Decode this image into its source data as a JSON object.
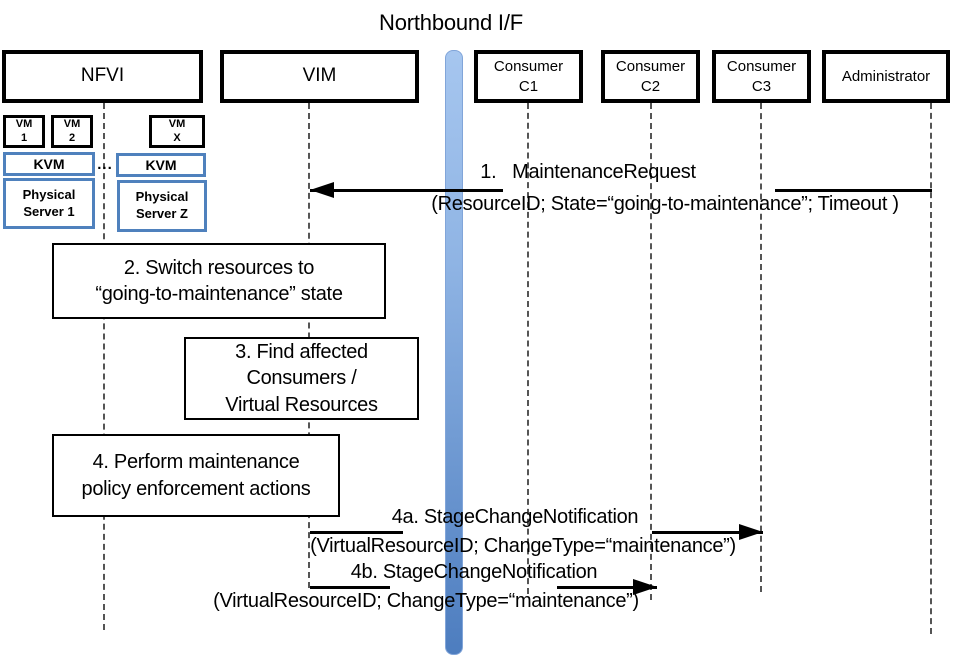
{
  "title": "Northbound I/F",
  "colors": {
    "line_black": "#000000",
    "blue_accent": "#4F81BD",
    "bar_gradient_top": "#A6C6EF",
    "bar_gradient_bottom": "#4D7DBF",
    "lifeline_gray": "#555555"
  },
  "actors": [
    {
      "label": "NFVI"
    },
    {
      "label": "VIM"
    },
    {
      "label": "Consumer",
      "label2": "C1"
    },
    {
      "label": "Consumer",
      "label2": "C2"
    },
    {
      "label": "Consumer",
      "label2": "C3"
    },
    {
      "label": "Administrator"
    }
  ],
  "nfvi_detail": {
    "vm1": {
      "line1": "VM",
      "line2": "1"
    },
    "vm2": {
      "line1": "VM",
      "line2": "2"
    },
    "vmx": {
      "line1": "VM",
      "line2": "X"
    },
    "kvm_left": "KVM",
    "kvm_right": "KVM",
    "ellipsis": "...",
    "server_left": {
      "line1": "Physical",
      "line2": "Server 1"
    },
    "server_right": {
      "line1": "Physical",
      "line2": "Server Z"
    }
  },
  "activities": [
    {
      "lines": [
        "2. Switch resources to",
        "“going-to-maintenance” state"
      ]
    },
    {
      "lines": [
        "3. Find affected",
        "Consumers /",
        "Virtual Resources"
      ]
    },
    {
      "lines": [
        "4. Perform maintenance",
        "policy enforcement actions"
      ]
    }
  ],
  "messages": {
    "m1": {
      "name": "1.   MaintenanceRequest",
      "params": "(ResourceID; State=“going-to-maintenance”; Timeout )"
    },
    "m4a": {
      "name": "4a. StageChangeNotification",
      "params": "(VirtualResourceID; ChangeType=“maintenance”)"
    },
    "m4b": {
      "name": "4b. StageChangeNotification",
      "params": "(VirtualResourceID; ChangeType=“maintenance”)"
    }
  }
}
